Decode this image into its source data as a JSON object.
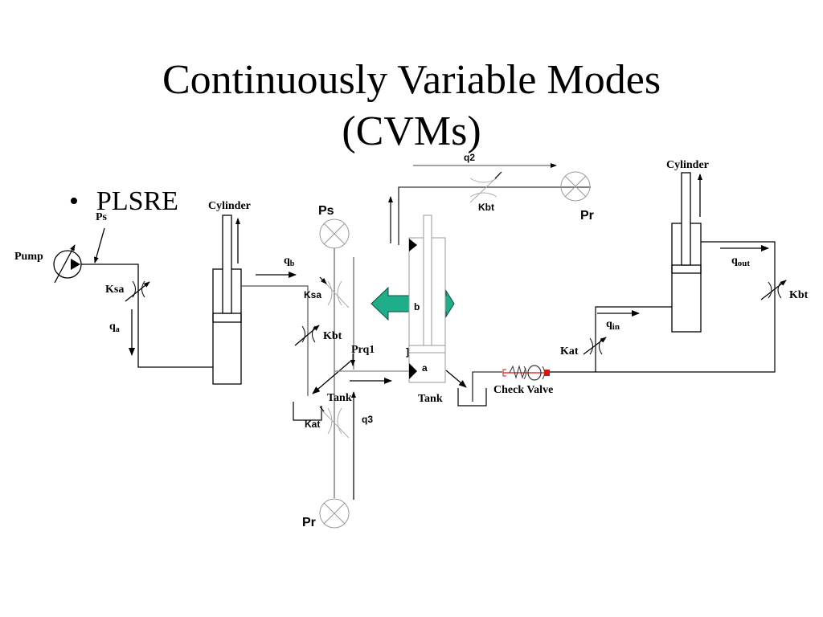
{
  "slide": {
    "title_line1": "Continuously Variable Modes",
    "title_line2": "(CVMs)",
    "bullet": {
      "symbol": "•",
      "text": "PLSRE"
    }
  },
  "diagram": {
    "left_circuit": {
      "pump_label": "Pump",
      "ps_label": "Ps",
      "cylinder_label": "Cylinder",
      "ksa_label": "Ksa",
      "qa_label": "q",
      "qa_sub": "a",
      "qb_label": "q",
      "qb_sub": "b"
    },
    "middle_circuit": {
      "ps_label": "Ps",
      "ksa_label": "Ksa",
      "kbt_label": "Kbt",
      "prq1_label": "Prq1",
      "tank_label": "Tank",
      "kat_label": "Kat",
      "q3_label": "q3",
      "pr_bottom_label": "Pr",
      "q2_label": "q2",
      "kbt_top_label": "Kbt",
      "pr_top_label": "Pr",
      "chamber_b_label": "b",
      "chamber_a_label": "a",
      "tank2_label": "Tank",
      "check_valve_label": "Check Valve",
      "arrow_color": "#1fae8a",
      "check_valve_color": "#e01010"
    },
    "right_circuit": {
      "cylinder_label": "Cylinder",
      "qout_label": "q",
      "qout_sub": "out",
      "qin_label": "q",
      "qin_sub": "in",
      "kat_label": "Kat",
      "kbt_label": "Kbt"
    }
  }
}
